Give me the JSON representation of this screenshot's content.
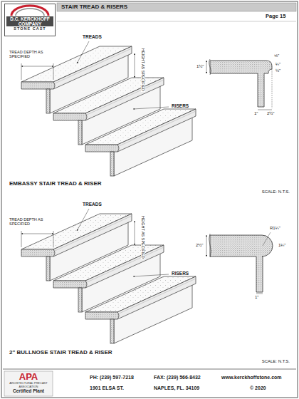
{
  "diagram": {
    "title": "STAIR TREAD & RISERS",
    "nodes": [
      {
        "text": [
          "D.C. KERCKHOFF COMPANY",
          "STONE CAST"
        ]
      },
      {
        "text": [
          "APA",
          "ARCHITECTURAL PRECAST ASSOCIATION",
          "Certified Plant"
        ]
      }
    ],
    "labels": [
      "Page 15",
      "TREADS",
      "TREAD DEPTH AS SPECIFIED",
      "HEIGHT AS SPECIFIED",
      "RISERS",
      "1½\"",
      "⅝\"",
      "¼\"",
      "½\"",
      "1\"",
      "2½\"",
      "EMBASSY STAIR TREAD & RISER",
      "SCALE: N.T.S.",
      "TREADS",
      "TREAD DEPTH AS SPECIFIED",
      "HEIGHT AS SPECIFIED",
      "RISERS",
      "2½\"",
      "R1¼\"",
      "1¼\"",
      "1\"",
      "2\" BULLNOSE STAIR TREAD & RISER",
      "SCALE: N.T.S.",
      "PH: (239) 597-7218",
      "FAX: (239) 566-8432",
      "www.kerckhoffstone.com",
      "1901 ELSA ST.",
      "NAPLES, FL. 34109",
      "© 2020"
    ]
  }
}
